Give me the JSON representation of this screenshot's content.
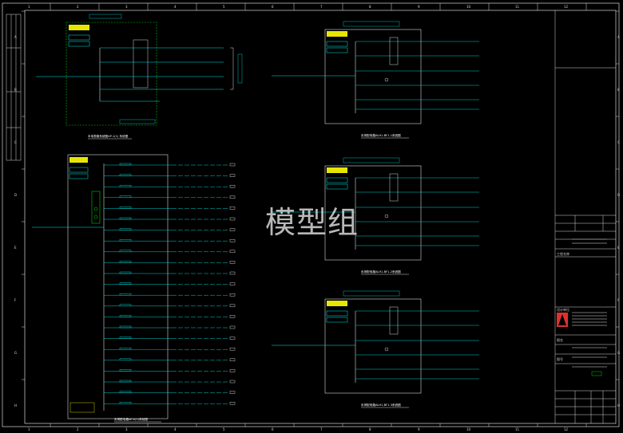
{
  "watermark": "模型组",
  "frame": {
    "top_numbers": [
      "1",
      "2",
      "3",
      "4",
      "5",
      "6",
      "7",
      "8",
      "9",
      "10",
      "11",
      "12"
    ],
    "side_letters": [
      "A",
      "B",
      "C",
      "D",
      "E",
      "F",
      "G",
      "H"
    ]
  },
  "panels": {
    "top_left_caption": "本电表箱系统图AP-1(1) 系统图",
    "big_left_caption": "负荷配电箱AP-X(1)系统图",
    "right_1_caption": "负荷配电箱ALH1-BF1-1系统图",
    "right_2_caption": "负荷配电箱ALH1-BF1-2系统图",
    "right_3_caption": "负荷配电箱ALH1-BF1-3系统图",
    "right_2_tag": "ALH1-BF1-2"
  },
  "title_block": {
    "project_label": "工程名称",
    "drawing_label": "图名",
    "company_label": "设计单位",
    "drawing_no_label": "图号"
  },
  "colors": {
    "frame": "#d9d9d9",
    "cyan": "#00e5e5",
    "green": "#00c800",
    "yellow": "#ffff00",
    "red": "#e03030",
    "white": "#ffffff"
  }
}
